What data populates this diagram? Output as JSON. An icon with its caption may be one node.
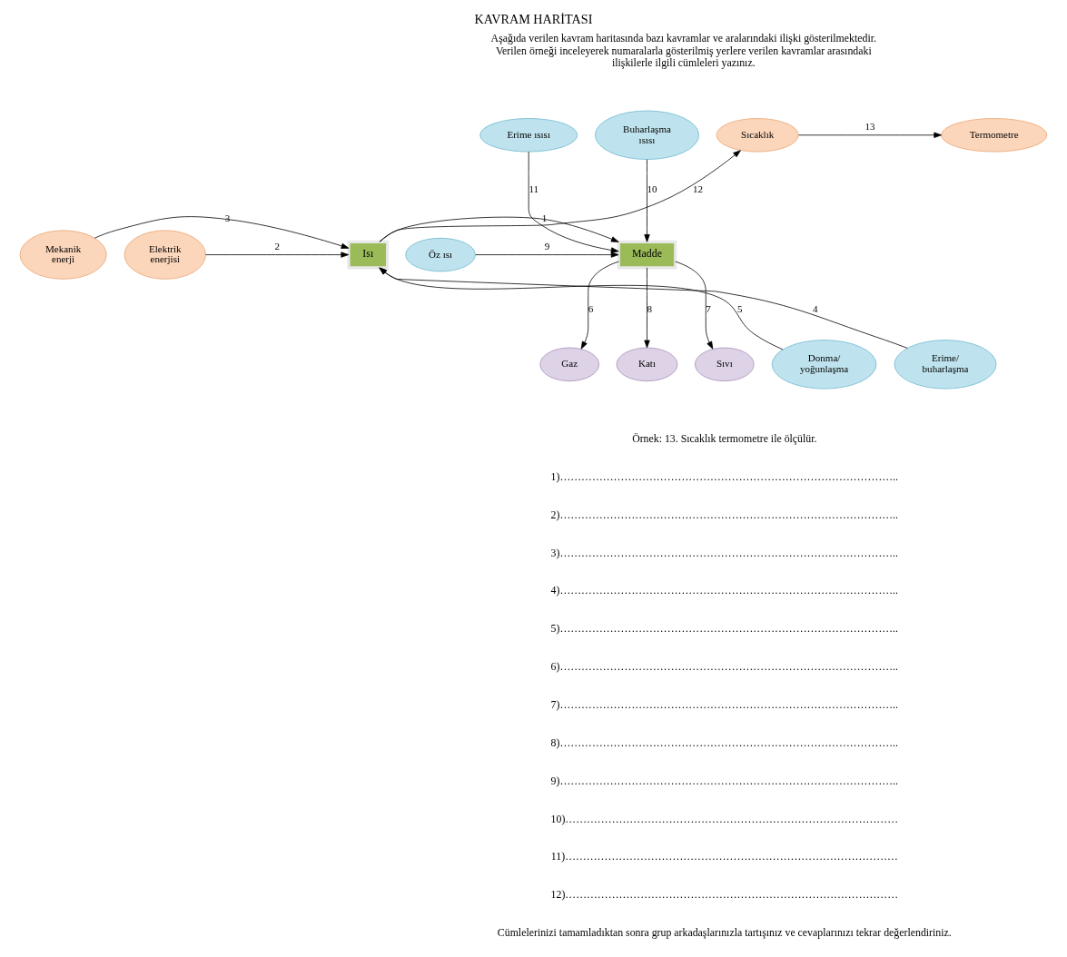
{
  "diagram": {
    "title": "KAVRAM HARİTASI",
    "nodes": [
      {
        "text": [
          "Termometre"
        ]
      },
      {
        "text": [
          "Buharlaşma ısısı"
        ]
      },
      {
        "text": [
          "Erime ısısı"
        ]
      },
      {
        "text": [
          "Sıcaklık"
        ]
      },
      {
        "text": [
          "Öz ısı"
        ]
      },
      {
        "text": [
          "Madde"
        ]
      },
      {
        "text": [
          "Isı"
        ]
      },
      {
        "text": [
          "Mekanik enerji"
        ]
      },
      {
        "text": [
          "Elektrik enerjisi"
        ]
      },
      {
        "text": [
          "Katı"
        ]
      },
      {
        "text": [
          "Sıvı"
        ]
      },
      {
        "text": [
          "Gaz"
        ]
      },
      {
        "text": [
          "Donma/ yoğunlaşma"
        ]
      },
      {
        "text": [
          "Erime/ buharlaşma"
        ]
      }
    ],
    "edges": [
      {
        "from": 6,
        "to": 5,
        "arrow": "to",
        "label": "1"
      },
      {
        "from": 8,
        "to": 6,
        "arrow": "to",
        "label": "2"
      },
      {
        "from": 7,
        "to": 6,
        "arrow": "to",
        "label": "3"
      },
      {
        "from": 13,
        "to": 6,
        "arrow": "to",
        "label": "4"
      },
      {
        "from": 12,
        "to": 6,
        "arrow": "to",
        "label": "5"
      },
      {
        "from": 5,
        "to": 11,
        "arrow": "to",
        "label": "6"
      },
      {
        "from": 5,
        "to": 10,
        "arrow": "to",
        "label": "7"
      },
      {
        "from": 5,
        "to": 9,
        "arrow": "to",
        "label": "8"
      },
      {
        "from": 4,
        "to": 5,
        "arrow": "to",
        "label": "9"
      },
      {
        "from": 1,
        "to": 5,
        "arrow": "to",
        "label": "10"
      },
      {
        "from": 2,
        "to": 5,
        "arrow": "to",
        "label": "11"
      },
      {
        "from": 6,
        "to": 3,
        "arrow": "to",
        "label": "12"
      },
      {
        "from": 3,
        "to": 0,
        "arrow": "to",
        "label": "13"
      }
    ],
    "labels": [
      "Aşağıda verilen kavram haritasında bazı kavramlar ve aralarındaki ilişki gösterilmektedir. Verilen örneği inceleyerek numaralarla gösterilmiş yerlere verilen kavramlar arasındaki ilişkilerle ilgili cümleleri yazınız.",
      "Örnek: 13. Sıcaklık termometre ile ölçülür.",
      "1)…………………………………………………………………………………..",
      "2)…………………………………………………………………………………..",
      "3)…………………………………………………………………………………..",
      "4)…………………………………………………………………………………..",
      "5)…………………………………………………………………………………..",
      "6)…………………………………………………………………………………..",
      "7)…………………………………………………………………………………..",
      "8)…………………………………………………………………………………..",
      "9)…………………………………………………………………………………..",
      "10)…………………………………………………………………………………",
      "11)…………………………………………………………………………………",
      "12)…………………………………………………………………………………",
      "Cümlelerinizi tamamladıktan sonra grup arkadaşlarınızla tartışınız ve cevaplarınızı tekrar değerlendiriniz."
    ]
  }
}
